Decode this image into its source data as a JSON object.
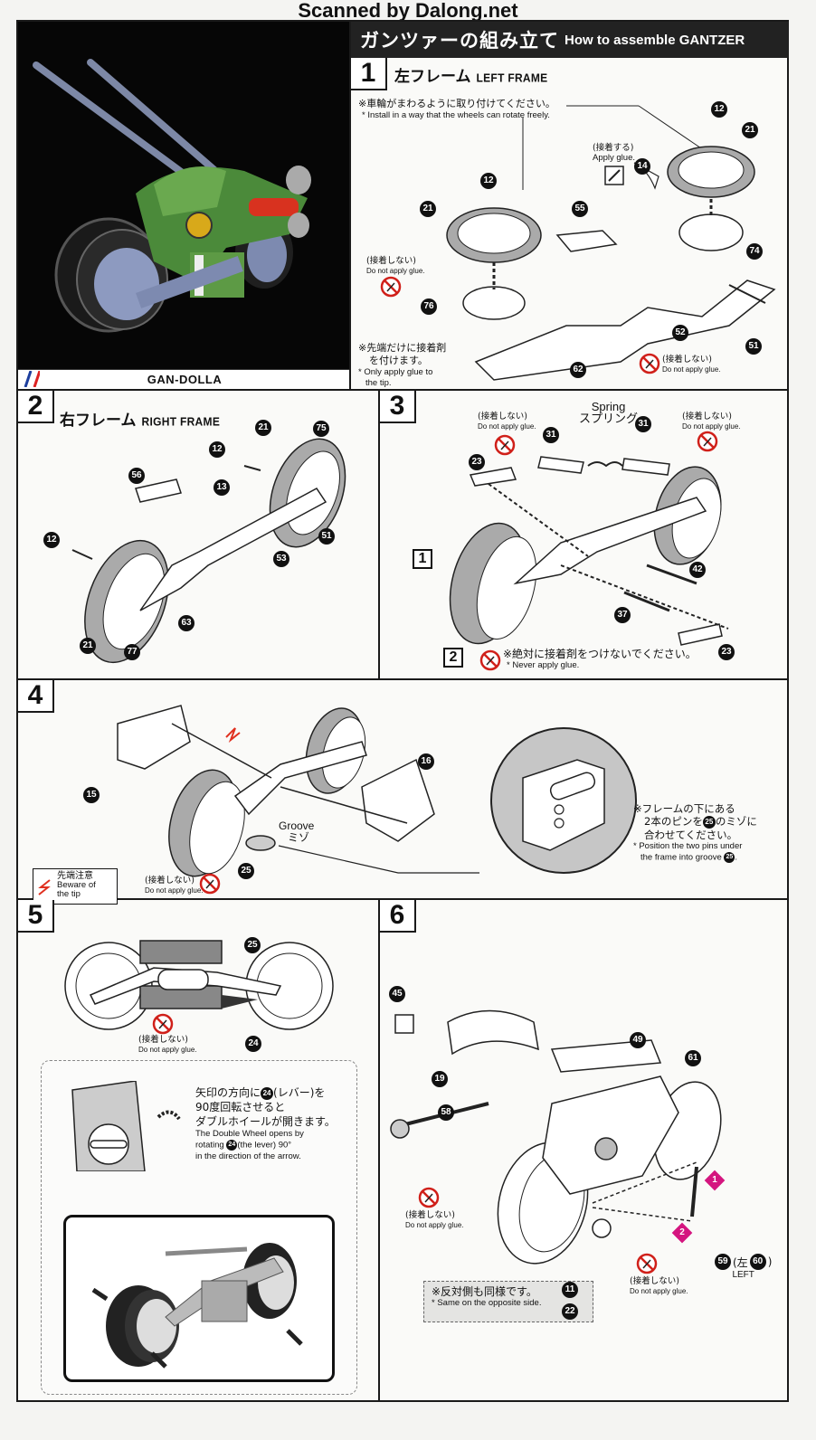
{
  "watermark": "Scanned by Dalong.net",
  "header": {
    "title_jp": "ガンツァーの組み立て",
    "title_en": "How to assemble GANTZER"
  },
  "photo": {
    "caption": "GAN-DOLLA"
  },
  "steps": [
    {
      "number": "1",
      "title_jp": "左フレーム",
      "title_en": "LEFT FRAME",
      "notes": [
        {
          "jp": "※車輪がまわるように取り付けてください。",
          "en": "* Install in a way that the wheels can rotate freely."
        },
        {
          "jp": "※先端だけに接着剤を付けます。",
          "jp_line1": "※先端だけに接着剤",
          "jp_line2": "を付けます。",
          "en": "* Only apply glue to the tip.",
          "en_line1": "* Only apply glue to",
          "en_line2": "the tip."
        }
      ],
      "apply_glue": {
        "jp": "(接着する)",
        "en": "Apply glue."
      },
      "no_glue": {
        "jp": "(接着しない)",
        "en": "Do not apply glue."
      },
      "parts": [
        "12",
        "21",
        "76",
        "55",
        "14",
        "12",
        "21",
        "74",
        "52",
        "51",
        "62"
      ]
    },
    {
      "number": "2",
      "title_jp": "右フレーム",
      "title_en": "RIGHT FRAME",
      "parts": [
        "12",
        "56",
        "13",
        "21",
        "75",
        "51",
        "53",
        "12",
        "63",
        "21",
        "77"
      ]
    },
    {
      "number": "3",
      "spring_en": "Spring",
      "spring_jp": "スプリング",
      "no_glue": {
        "jp": "(接着しない)",
        "en": "Do not apply glue."
      },
      "never_glue": {
        "jp": "※絶対に接着剤をつけないでください。",
        "en": "* Never apply glue."
      },
      "ref_boxes": [
        "1",
        "2"
      ],
      "parts": [
        "31",
        "31",
        "23",
        "42",
        "37",
        "23"
      ]
    },
    {
      "number": "4",
      "groove_en": "Groove",
      "groove_jp": "ミゾ",
      "tip_warning": {
        "jp": "先端注意",
        "en_line1": "Beware of",
        "en_line2": "the tip"
      },
      "no_glue": {
        "jp": "(接着しない)",
        "en": "Do not apply glue."
      },
      "note": {
        "jp_line1": "※フレームの下にある",
        "jp_line2_a": "2本のピンを",
        "jp_line2_part": "25",
        "jp_line2_b": "のミゾに",
        "jp_line3": "合わせてください。",
        "en_line1": "* Position the two pins under",
        "en_line2_a": "the frame into groove",
        "en_line2_part": "25",
        "en_line2_b": "."
      },
      "parts": [
        "15",
        "16",
        "25"
      ]
    },
    {
      "number": "5",
      "no_glue": {
        "jp": "(接着しない)",
        "en": "Do not apply glue."
      },
      "callout": {
        "jp_line1_a": "矢印の方向に",
        "jp_line1_part": "24",
        "jp_line1_b": "(レバー)を",
        "jp_line2": "90度回転させると",
        "jp_line3": "ダブルホイールが開きます。",
        "en_line1": "The Double Wheel opens by",
        "en_line2_a": "rotating",
        "en_line2_part": "24",
        "en_line2_b": "(the lever) 90°",
        "en_line3": "in the direction of the arrow."
      },
      "parts": [
        "25",
        "24"
      ]
    },
    {
      "number": "6",
      "no_glue": {
        "jp": "(接着しない)",
        "en": "Do not apply glue."
      },
      "same_side": {
        "jp": "※反対側も同様です。",
        "en": "* Same on the opposite side."
      },
      "markers": [
        "1",
        "2"
      ],
      "left_label": {
        "part": "59",
        "paren_open": "(左",
        "alt_part": "60",
        "paren_close": ")",
        "en": "LEFT"
      },
      "parts": [
        "45",
        "19",
        "49",
        "61",
        "58",
        "11",
        "22"
      ]
    }
  ]
}
